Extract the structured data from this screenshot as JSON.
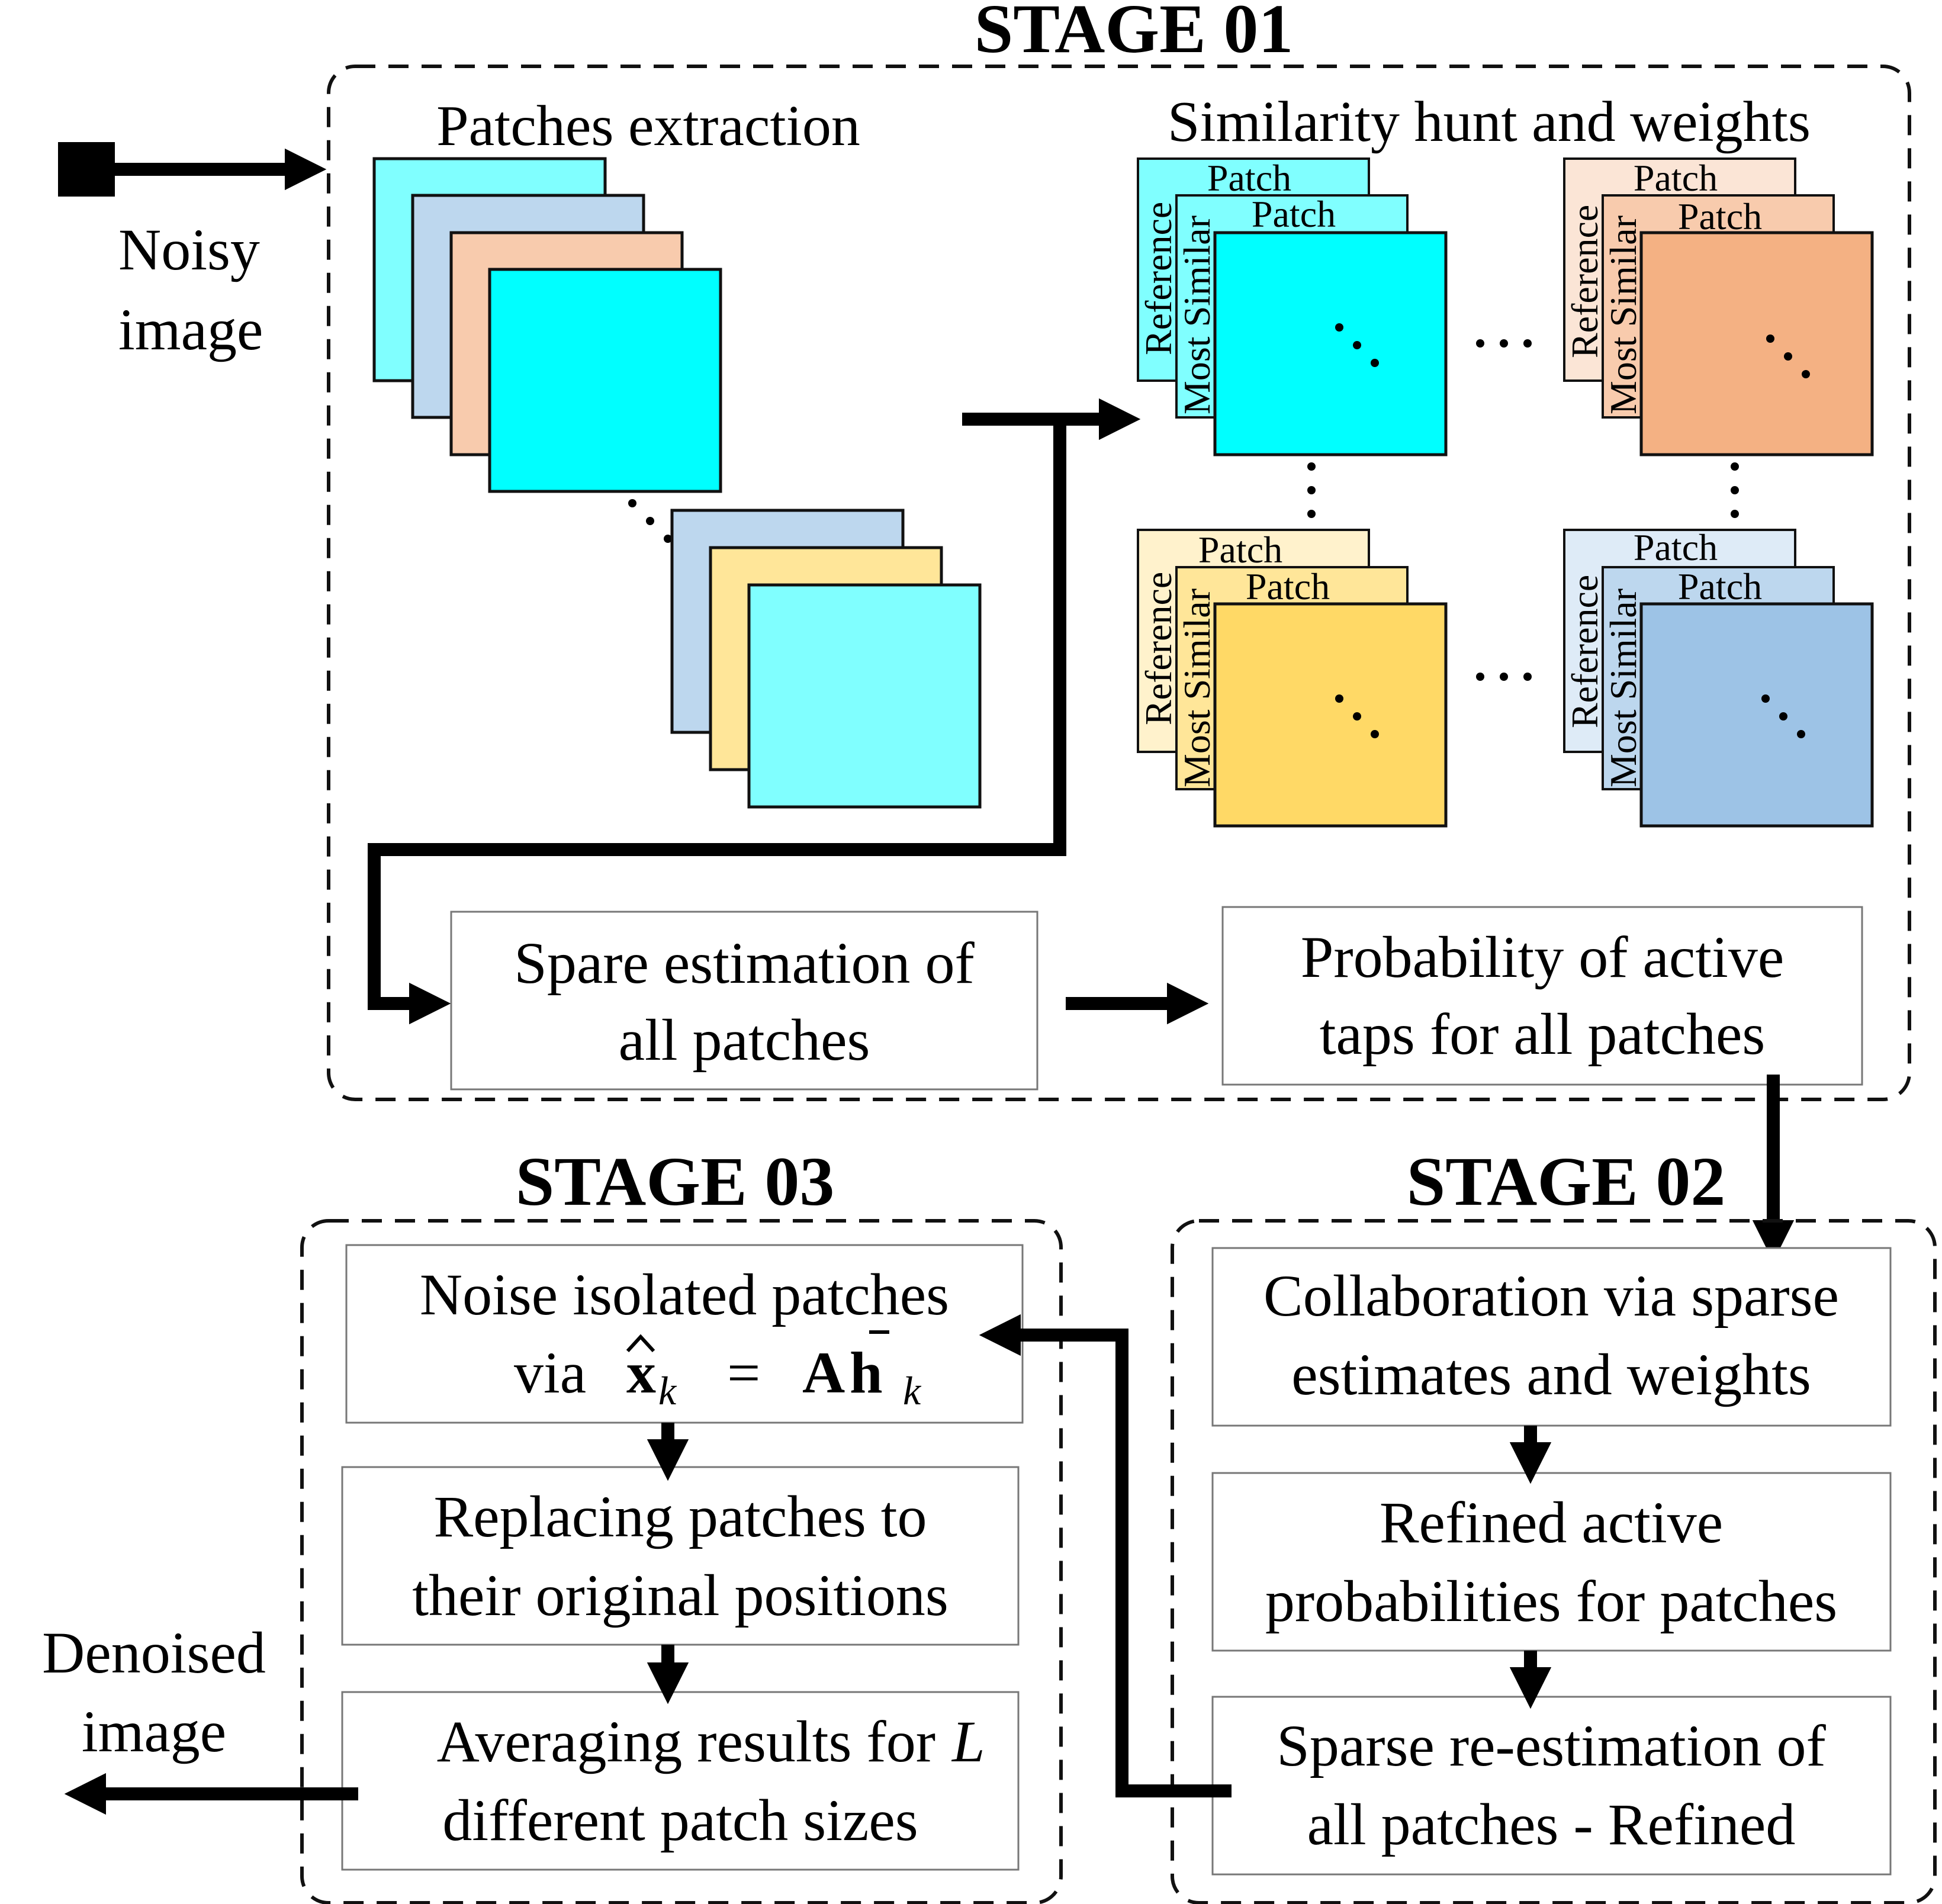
{
  "stage01": {
    "title": "STAGE 01",
    "patches_title": "Patches extraction",
    "similarity_title": "Similarity hunt and weights",
    "group_labels": {
      "reference": "Reference",
      "most_similar": "Most Similar",
      "patch": "Patch"
    },
    "box_sparse": [
      "Spare estimation of",
      "all patches"
    ],
    "box_probability": [
      "Probability of active",
      "taps for all patches"
    ]
  },
  "stage02": {
    "title": "STAGE 02",
    "box_collab": [
      "Collaboration via sparse",
      "estimates and weights"
    ],
    "box_refined": [
      "Refined active",
      "probabilities for patches"
    ],
    "box_reestimation": [
      "Sparse re-estimation of",
      "all patches - Refined"
    ]
  },
  "stage03": {
    "title": "STAGE 03",
    "box_noise": {
      "line1": "Noise isolated patches",
      "via": "via",
      "x": "x",
      "sub": "k",
      "eq": "=",
      "A": "A",
      "h": "h"
    },
    "box_replace": [
      "Replacing patches to",
      "their original positions"
    ],
    "box_average": {
      "line1": "Averaging results for",
      "L": "L",
      "line2": "different patch sizes"
    }
  },
  "input_label": [
    "Noisy",
    "image"
  ],
  "output_label": [
    "Denoised",
    "image"
  ],
  "colors": {
    "cyan": "#00ffff",
    "light_cyan": "#80ffff",
    "light_blue": "#bdd7ee",
    "peach": "#f8cbad",
    "salmon": "#f4b183",
    "light_peach": "#fbe5d6",
    "light_yellow": "#fff2cc",
    "yellow_mid": "#ffe699",
    "yellow": "#ffd966",
    "pale_blue": "#deebf7",
    "blue_mid": "#bdd7ee",
    "blue": "#9dc3e6"
  }
}
